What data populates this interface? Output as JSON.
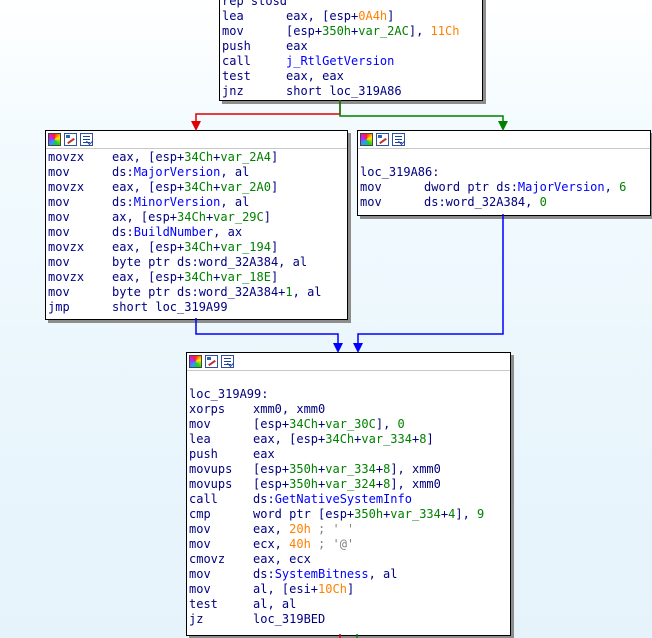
{
  "nodes": [
    {
      "id": "top",
      "header": false,
      "lines": [
        [
          {
            "t": "rep stosd",
            "c": "ops"
          }
        ],
        [
          {
            "t": "lea",
            "c": "mn"
          },
          {
            "t": "eax, [esp+",
            "c": "ops"
          },
          {
            "t": "0A4h",
            "c": "hex"
          },
          {
            "t": "]",
            "c": "ops"
          }
        ],
        [
          {
            "t": "mov",
            "c": "mn"
          },
          {
            "t": "[esp+",
            "c": "ops"
          },
          {
            "t": "350h",
            "c": "num"
          },
          {
            "t": "+",
            "c": "ops"
          },
          {
            "t": "var_2AC",
            "c": "num"
          },
          {
            "t": "], ",
            "c": "ops"
          },
          {
            "t": "11Ch",
            "c": "hex"
          }
        ],
        [
          {
            "t": "push",
            "c": "mn"
          },
          {
            "t": "eax",
            "c": "ops"
          }
        ],
        [
          {
            "t": "call",
            "c": "mn"
          },
          {
            "t": "j_RtlGetVersion",
            "c": "fn"
          }
        ],
        [
          {
            "t": "test",
            "c": "mn"
          },
          {
            "t": "eax, eax",
            "c": "ops"
          }
        ],
        [
          {
            "t": "jnz",
            "c": "mn"
          },
          {
            "t": "short loc_319A86",
            "c": "ops"
          }
        ]
      ]
    },
    {
      "id": "left",
      "header": true,
      "lines": [
        [
          {
            "t": "movzx",
            "c": "mn"
          },
          {
            "t": "eax, [esp+",
            "c": "ops"
          },
          {
            "t": "34Ch",
            "c": "num"
          },
          {
            "t": "+",
            "c": "ops"
          },
          {
            "t": "var_2A4",
            "c": "num"
          },
          {
            "t": "]",
            "c": "ops"
          }
        ],
        [
          {
            "t": "mov",
            "c": "mn"
          },
          {
            "t": "ds:",
            "c": "ops"
          },
          {
            "t": "MajorVersion",
            "c": "fn"
          },
          {
            "t": ", al",
            "c": "ops"
          }
        ],
        [
          {
            "t": "movzx",
            "c": "mn"
          },
          {
            "t": "eax, [esp+",
            "c": "ops"
          },
          {
            "t": "34Ch",
            "c": "num"
          },
          {
            "t": "+",
            "c": "ops"
          },
          {
            "t": "var_2A0",
            "c": "num"
          },
          {
            "t": "]",
            "c": "ops"
          }
        ],
        [
          {
            "t": "mov",
            "c": "mn"
          },
          {
            "t": "ds:",
            "c": "ops"
          },
          {
            "t": "MinorVersion",
            "c": "fn"
          },
          {
            "t": ", al",
            "c": "ops"
          }
        ],
        [
          {
            "t": "mov",
            "c": "mn"
          },
          {
            "t": "ax, [esp+",
            "c": "ops"
          },
          {
            "t": "34Ch",
            "c": "num"
          },
          {
            "t": "+",
            "c": "ops"
          },
          {
            "t": "var_29C",
            "c": "num"
          },
          {
            "t": "]",
            "c": "ops"
          }
        ],
        [
          {
            "t": "mov",
            "c": "mn"
          },
          {
            "t": "ds:",
            "c": "ops"
          },
          {
            "t": "BuildNumber",
            "c": "fn"
          },
          {
            "t": ", ax",
            "c": "ops"
          }
        ],
        [
          {
            "t": "movzx",
            "c": "mn"
          },
          {
            "t": "eax, [esp+",
            "c": "ops"
          },
          {
            "t": "34Ch",
            "c": "num"
          },
          {
            "t": "+",
            "c": "ops"
          },
          {
            "t": "var_194",
            "c": "num"
          },
          {
            "t": "]",
            "c": "ops"
          }
        ],
        [
          {
            "t": "mov",
            "c": "mn"
          },
          {
            "t": "byte ptr ds:word_32A384, al",
            "c": "ops"
          }
        ],
        [
          {
            "t": "movzx",
            "c": "mn"
          },
          {
            "t": "eax, [esp+",
            "c": "ops"
          },
          {
            "t": "34Ch",
            "c": "num"
          },
          {
            "t": "+",
            "c": "ops"
          },
          {
            "t": "var_18E",
            "c": "num"
          },
          {
            "t": "]",
            "c": "ops"
          }
        ],
        [
          {
            "t": "mov",
            "c": "mn"
          },
          {
            "t": "byte ptr ds:word_32A384+",
            "c": "ops"
          },
          {
            "t": "1",
            "c": "num"
          },
          {
            "t": ", al",
            "c": "ops"
          }
        ],
        [
          {
            "t": "jmp",
            "c": "mn"
          },
          {
            "t": "short loc_319A99",
            "c": "ops"
          }
        ]
      ]
    },
    {
      "id": "right",
      "header": true,
      "lines": [
        [],
        [
          {
            "t": "loc_319A86:",
            "c": "label"
          }
        ],
        [
          {
            "t": "mov",
            "c": "mn"
          },
          {
            "t": "dword ptr ds:",
            "c": "ops"
          },
          {
            "t": "MajorVersion",
            "c": "fn"
          },
          {
            "t": ", ",
            "c": "ops"
          },
          {
            "t": "6",
            "c": "num"
          }
        ],
        [
          {
            "t": "mov",
            "c": "mn"
          },
          {
            "t": "ds:word_32A384, ",
            "c": "ops"
          },
          {
            "t": "0",
            "c": "num"
          }
        ]
      ]
    },
    {
      "id": "bottom",
      "header": true,
      "lines": [
        [],
        [
          {
            "t": "loc_319A99:",
            "c": "label"
          }
        ],
        [
          {
            "t": "xorps",
            "c": "mn"
          },
          {
            "t": "xmm0, xmm0",
            "c": "ops"
          }
        ],
        [
          {
            "t": "mov",
            "c": "mn"
          },
          {
            "t": "[esp+",
            "c": "ops"
          },
          {
            "t": "34Ch",
            "c": "num"
          },
          {
            "t": "+",
            "c": "ops"
          },
          {
            "t": "var_30C",
            "c": "num"
          },
          {
            "t": "], ",
            "c": "ops"
          },
          {
            "t": "0",
            "c": "num"
          }
        ],
        [
          {
            "t": "lea",
            "c": "mn"
          },
          {
            "t": "eax, [esp+",
            "c": "ops"
          },
          {
            "t": "34Ch",
            "c": "num"
          },
          {
            "t": "+",
            "c": "ops"
          },
          {
            "t": "var_334",
            "c": "num"
          },
          {
            "t": "+",
            "c": "ops"
          },
          {
            "t": "8",
            "c": "num"
          },
          {
            "t": "]",
            "c": "ops"
          }
        ],
        [
          {
            "t": "push",
            "c": "mn"
          },
          {
            "t": "eax",
            "c": "ops"
          }
        ],
        [
          {
            "t": "movups",
            "c": "mn"
          },
          {
            "t": "[esp+",
            "c": "ops"
          },
          {
            "t": "350h",
            "c": "num"
          },
          {
            "t": "+",
            "c": "ops"
          },
          {
            "t": "var_334",
            "c": "num"
          },
          {
            "t": "+",
            "c": "ops"
          },
          {
            "t": "8",
            "c": "num"
          },
          {
            "t": "], xmm0",
            "c": "ops"
          }
        ],
        [
          {
            "t": "movups",
            "c": "mn"
          },
          {
            "t": "[esp+",
            "c": "ops"
          },
          {
            "t": "350h",
            "c": "num"
          },
          {
            "t": "+",
            "c": "ops"
          },
          {
            "t": "var_324",
            "c": "num"
          },
          {
            "t": "+",
            "c": "ops"
          },
          {
            "t": "8",
            "c": "num"
          },
          {
            "t": "], xmm0",
            "c": "ops"
          }
        ],
        [
          {
            "t": "call",
            "c": "mn"
          },
          {
            "t": "ds:",
            "c": "ops"
          },
          {
            "t": "GetNativeSystemInfo",
            "c": "fn"
          }
        ],
        [
          {
            "t": "cmp",
            "c": "mn"
          },
          {
            "t": "word ptr [esp+",
            "c": "ops"
          },
          {
            "t": "350h",
            "c": "num"
          },
          {
            "t": "+",
            "c": "ops"
          },
          {
            "t": "var_334",
            "c": "num"
          },
          {
            "t": "+",
            "c": "ops"
          },
          {
            "t": "4",
            "c": "num"
          },
          {
            "t": "], ",
            "c": "ops"
          },
          {
            "t": "9",
            "c": "num"
          }
        ],
        [
          {
            "t": "mov",
            "c": "mn"
          },
          {
            "t": "eax, ",
            "c": "ops"
          },
          {
            "t": "20h",
            "c": "hex"
          },
          {
            "t": " ; ' '",
            "c": "cm"
          }
        ],
        [
          {
            "t": "mov",
            "c": "mn"
          },
          {
            "t": "ecx, ",
            "c": "ops"
          },
          {
            "t": "40h",
            "c": "hex"
          },
          {
            "t": " ; '@'",
            "c": "cm"
          }
        ],
        [
          {
            "t": "cmovz",
            "c": "mn"
          },
          {
            "t": "eax, ecx",
            "c": "ops"
          }
        ],
        [
          {
            "t": "mov",
            "c": "mn"
          },
          {
            "t": "ds:",
            "c": "ops"
          },
          {
            "t": "SystemBitness",
            "c": "fn"
          },
          {
            "t": ", al",
            "c": "ops"
          }
        ],
        [
          {
            "t": "mov",
            "c": "mn"
          },
          {
            "t": "al, [esi+",
            "c": "ops"
          },
          {
            "t": "10Ch",
            "c": "hex"
          },
          {
            "t": "]",
            "c": "ops"
          }
        ],
        [
          {
            "t": "test",
            "c": "mn"
          },
          {
            "t": "al, al",
            "c": "ops"
          }
        ],
        [
          {
            "t": "jz",
            "c": "mn"
          },
          {
            "t": "loc_319BED",
            "c": "ops"
          }
        ]
      ]
    }
  ],
  "edge_colors": {
    "false_branch": "#e00000",
    "true_branch": "#008000",
    "jump": "#0000ff"
  }
}
